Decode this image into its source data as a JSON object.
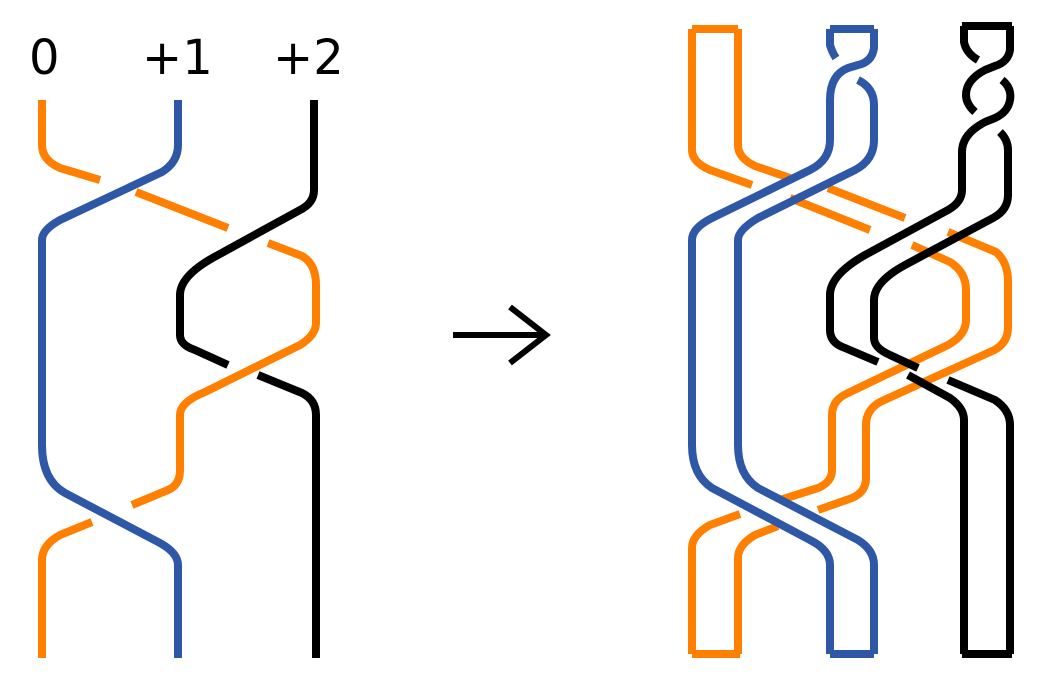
{
  "figure": {
    "description": "3-strand braid diagram with framing labels mapped (arrow) to its doubled ribbon/cable version",
    "left_braid": {
      "strand_labels": [
        "0",
        "+1",
        "+2"
      ],
      "strands": [
        {
          "name": "strand-0",
          "color": "#FF8000",
          "framing": "0"
        },
        {
          "name": "strand-1",
          "color": "#2E58A6",
          "framing": "+1"
        },
        {
          "name": "strand-2",
          "color": "#000000",
          "framing": "+2"
        }
      ]
    },
    "arrow": {
      "symbol": "→",
      "meaning": "maps-to"
    },
    "right_cable": {
      "strands": [
        {
          "name": "ribbon-0",
          "color": "#FF8000",
          "twists": 0
        },
        {
          "name": "ribbon-1",
          "color": "#2E58A6",
          "twists": 1
        },
        {
          "name": "ribbon-2",
          "color": "#000000",
          "twists": 2
        }
      ]
    }
  },
  "colors": {
    "orange": "#FF8000",
    "blue": "#2E58A6",
    "black": "#000000",
    "background": "#FFFFFF"
  }
}
